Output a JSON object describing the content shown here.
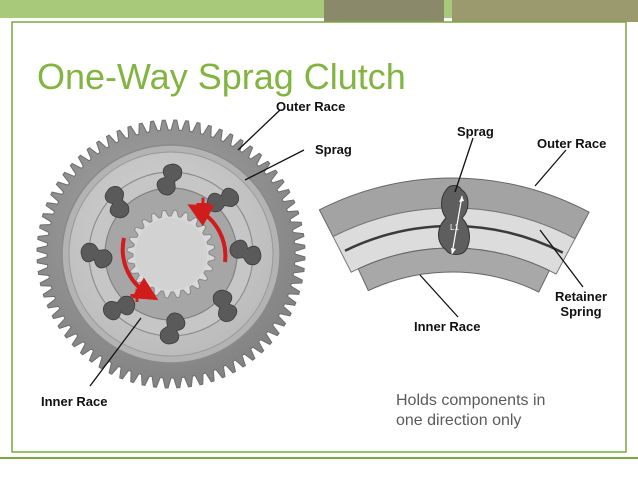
{
  "slide": {
    "title": "One-Way Sprag Clutch",
    "caption_lines": [
      "Holds components in",
      "one direction only"
    ]
  },
  "left_diagram": {
    "labels": {
      "outer_race": "Outer Race",
      "sprag": "Sprag",
      "inner_race": "Inner Race"
    },
    "signs": {
      "plus_top": "+",
      "plus_bottom": "+"
    }
  },
  "right_diagram": {
    "labels": {
      "sprag": "Sprag",
      "outer_race": "Outer Race",
      "retainer_spring_lines": [
        "Retainer",
        "Spring"
      ],
      "inner_race": "Inner Race",
      "l1": "L1"
    }
  },
  "colors": {
    "title_green": "#82b440",
    "border_green": "#7aa83c",
    "header_band": "#a8c87a",
    "header_block": "#8a8a6a",
    "arrow_red": "#d21c1c",
    "gear_gray": "#8c8c8c",
    "sprag_dark": "#5a5a5a"
  }
}
